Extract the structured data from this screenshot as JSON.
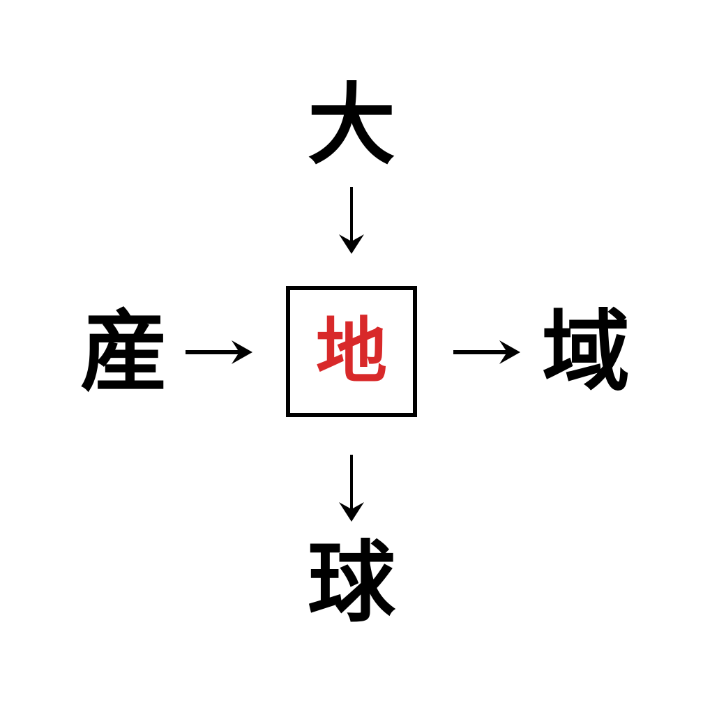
{
  "diagram": {
    "title": "kanji-relationship-diagram",
    "background_color": "#ffffff",
    "center": {
      "character": "地",
      "color": "#d8292a",
      "border_color": "#000000",
      "boxed": true
    },
    "nodes": {
      "top": {
        "character": "大",
        "color": "#000000"
      },
      "left": {
        "character": "産",
        "color": "#000000"
      },
      "right": {
        "character": "域",
        "color": "#000000"
      },
      "bottom": {
        "character": "球",
        "color": "#000000"
      }
    },
    "arrows": {
      "top_to_center": {
        "glyph": "↓",
        "direction": "down",
        "color": "#000000"
      },
      "left_to_center": {
        "glyph": "→",
        "direction": "right",
        "color": "#000000"
      },
      "center_to_right": {
        "glyph": "→",
        "direction": "right",
        "color": "#000000"
      },
      "center_to_bottom": {
        "glyph": "↓",
        "direction": "down",
        "color": "#000000"
      }
    }
  }
}
